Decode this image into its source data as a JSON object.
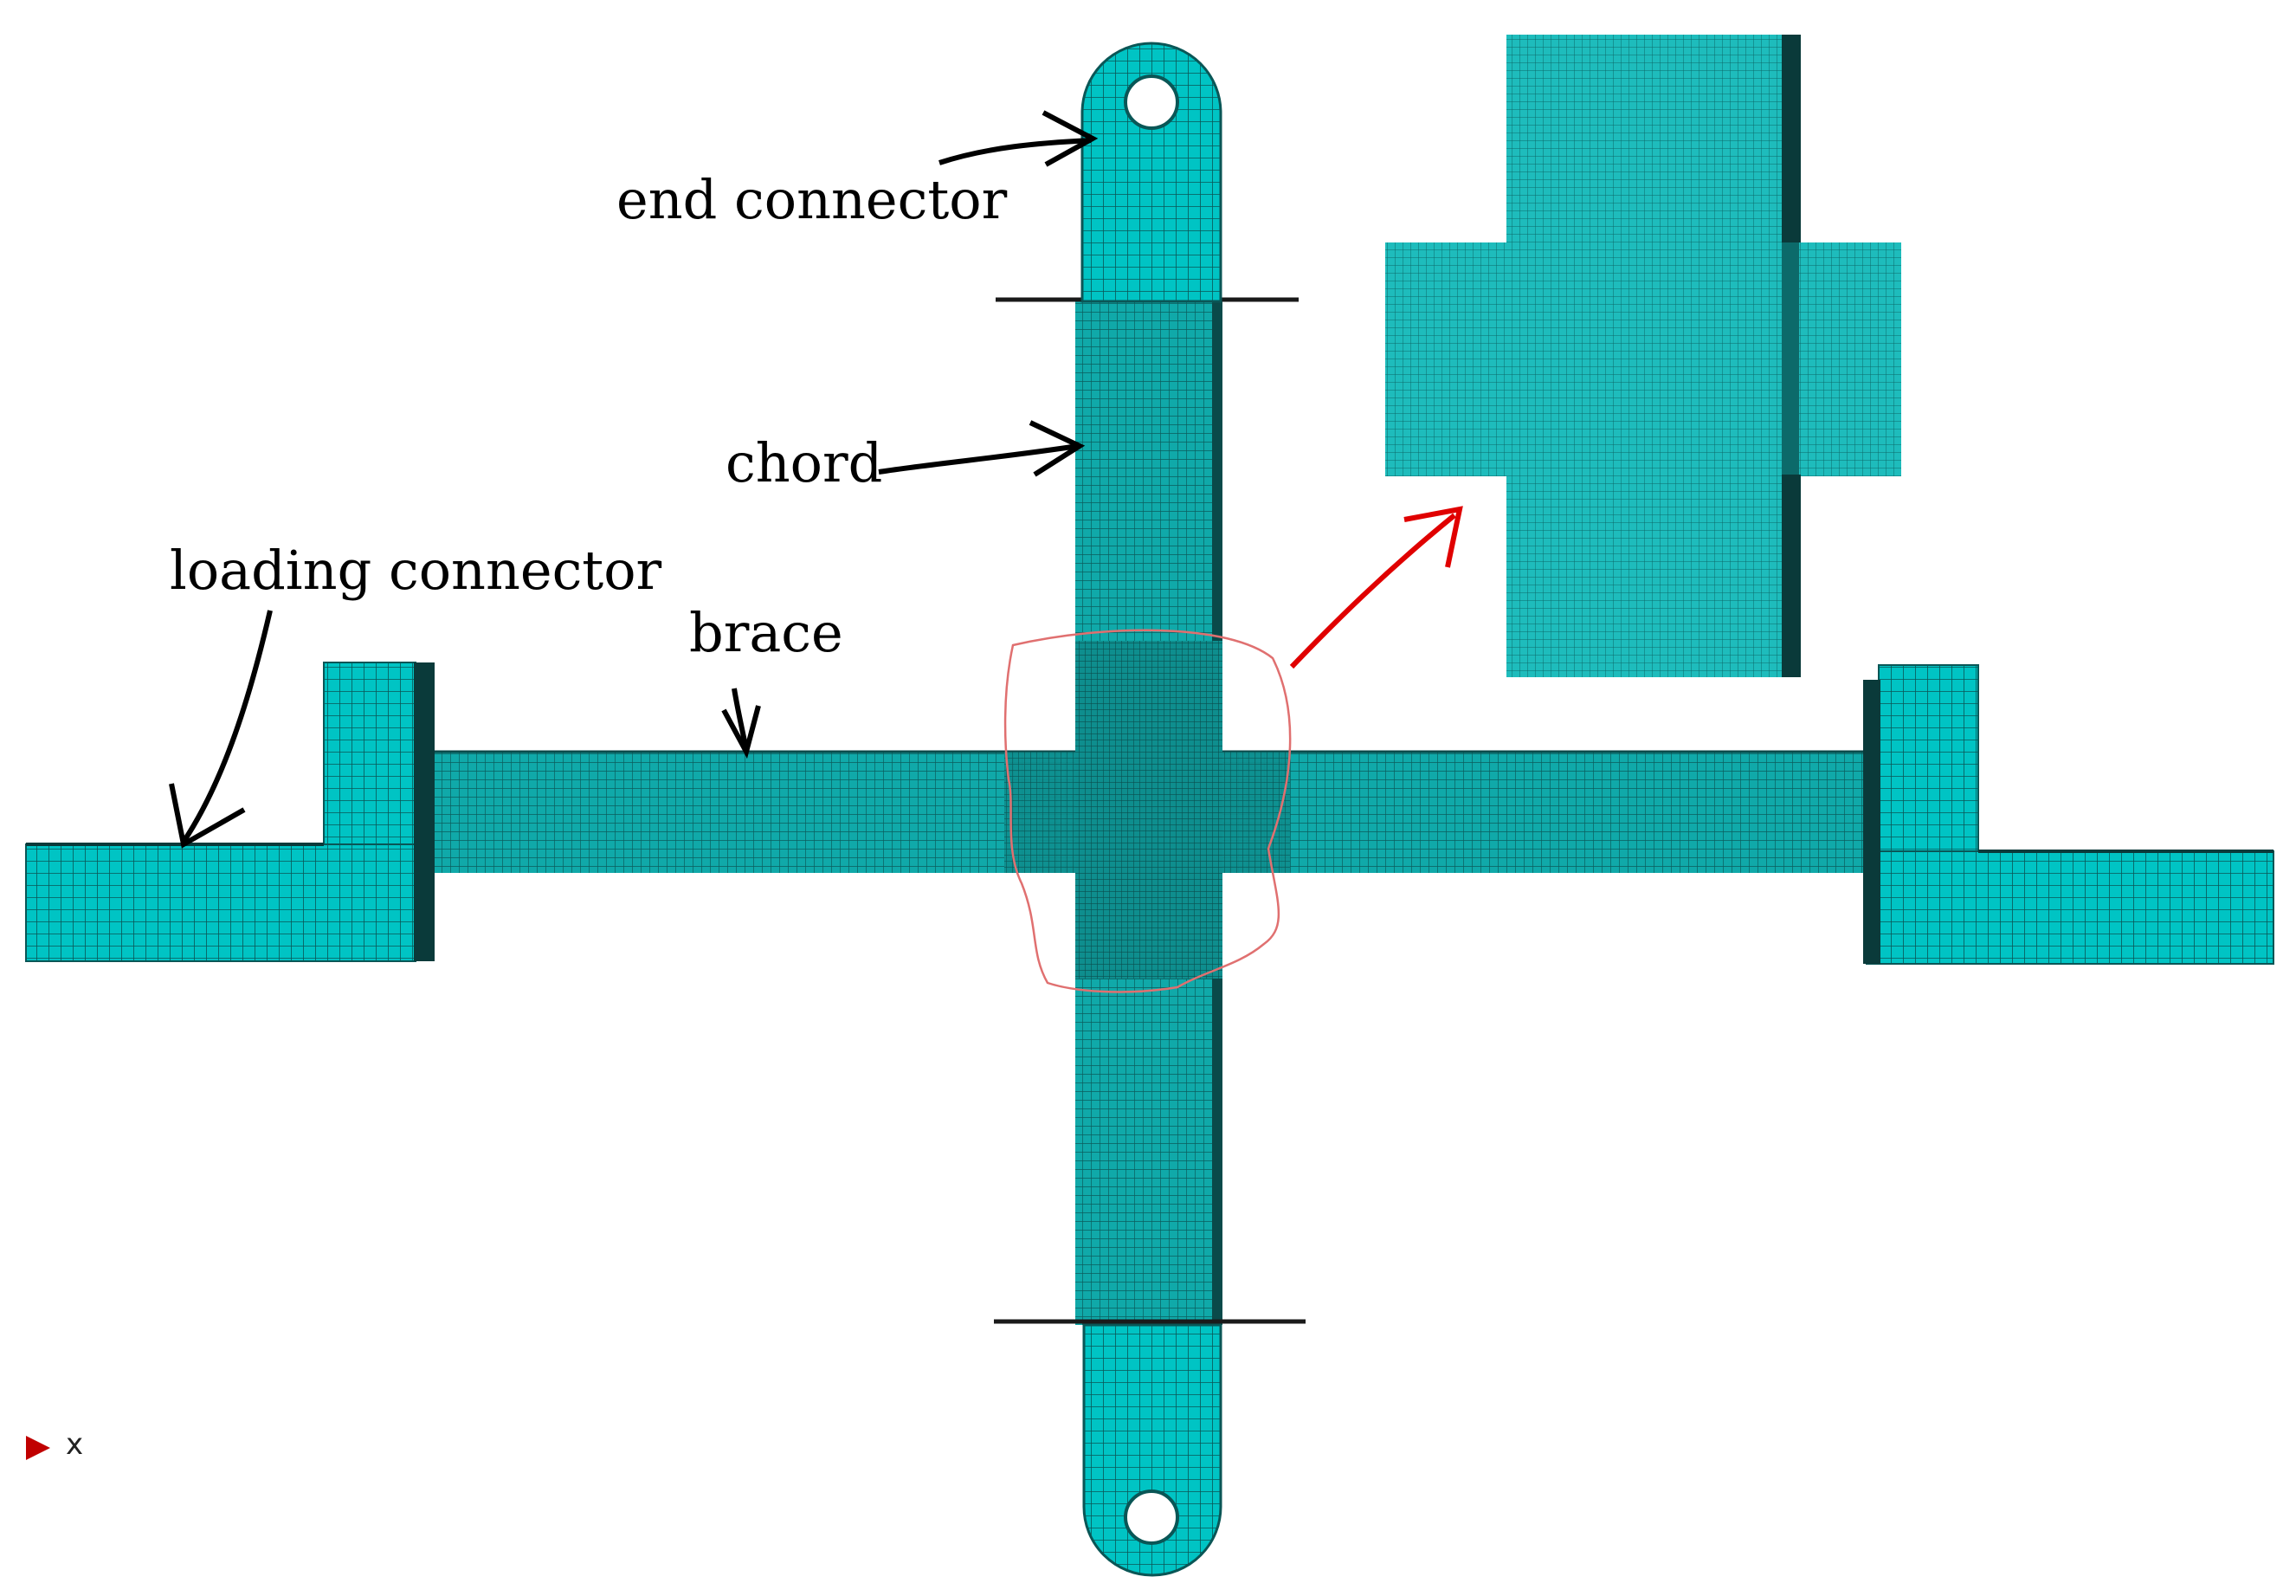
{
  "labels": {
    "end_connector": "end connector",
    "chord": "chord",
    "loading_connector": "loading connector",
    "brace": "brace"
  },
  "axis": {
    "x_label": "x"
  },
  "colors": {
    "mesh_fill": "#00c4c4",
    "mesh_fill_dense": "#0e8e8e",
    "mesh_line": "#0a5656",
    "pointer_arrow": "#000000",
    "highlight_outline": "#e07070",
    "callout_arrow": "#e00000",
    "axis_triad": "#c00000"
  }
}
